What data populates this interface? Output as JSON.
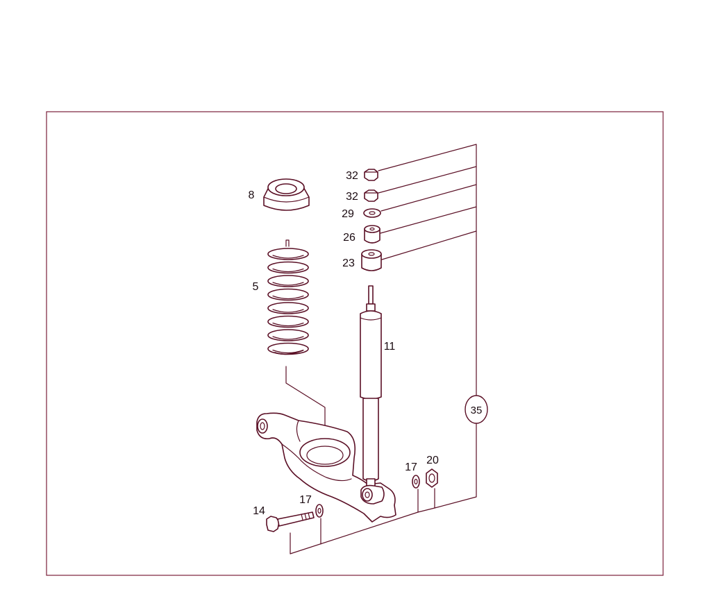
{
  "diagram": {
    "colors": {
      "line": "#5a0f25",
      "frame": "#7a1f3a",
      "text": "#1a0a10"
    },
    "labels": {
      "p8": "8",
      "p5": "5",
      "p32a": "32",
      "p32b": "32",
      "p29": "29",
      "p26": "26",
      "p23": "23",
      "p11": "11",
      "p35": "35",
      "p17a": "17",
      "p20": "20",
      "p14": "14",
      "p17b": "17"
    }
  }
}
